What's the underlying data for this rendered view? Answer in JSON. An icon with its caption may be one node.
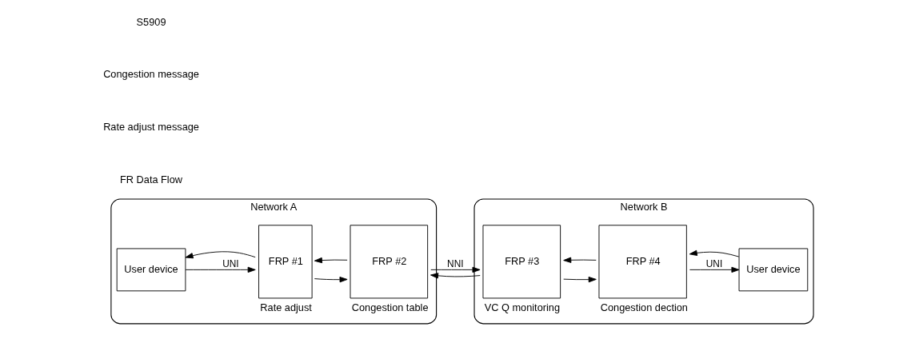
{
  "diagram": {
    "nodes": [
      {
        "text": [
          "Network A"
        ]
      },
      {
        "text": [
          "User device"
        ],
        "in": 0
      },
      {
        "text": [
          "FRP #1"
        ],
        "in": 0,
        "beside": [
          "Rate adjust"
        ]
      },
      {
        "text": [
          "FRP #2"
        ],
        "in": 0,
        "beside": [
          "Congestion table"
        ]
      },
      {
        "text": [
          "Network B"
        ]
      },
      {
        "text": [
          "FRP #3"
        ],
        "in": 4,
        "beside": [
          "VC Q monitoring"
        ]
      },
      {
        "text": [
          "FRP #4"
        ],
        "in": 4,
        "beside": [
          "Congestion dection"
        ]
      },
      {
        "text": [
          "User device"
        ],
        "in": 4
      }
    ],
    "edges": [
      {
        "from": 1,
        "to": 2,
        "arrow": "to",
        "label": "UNI"
      },
      {
        "from": 2,
        "to": 1,
        "arrow": "to"
      },
      {
        "from": 2,
        "to": 3,
        "arrow": "to"
      },
      {
        "from": 3,
        "to": 2,
        "arrow": "to"
      },
      {
        "from": 3,
        "to": 5,
        "arrow": "to",
        "label": "NNI"
      },
      {
        "from": 5,
        "to": 3,
        "arrow": "to"
      },
      {
        "from": 5,
        "to": 6,
        "arrow": "to"
      },
      {
        "from": 6,
        "to": 5,
        "arrow": "to"
      },
      {
        "from": 6,
        "to": 7,
        "arrow": "to",
        "label": "UNI"
      },
      {
        "from": 7,
        "to": 6,
        "arrow": "to"
      }
    ],
    "labels": [
      "FR Data Flow",
      "Rate adjust message",
      "Congestion message",
      "S5909"
    ]
  }
}
